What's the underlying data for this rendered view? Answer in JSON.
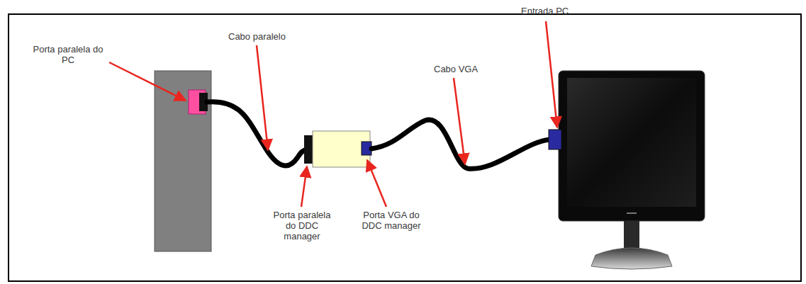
{
  "diagram": {
    "labels": [
      "Porta paralela do PC",
      "Cabo paralelo",
      "Porta paralela do DDC manager",
      "Porta VGA do DDC manager",
      "Cabo VGA",
      "Entrada PC"
    ]
  }
}
